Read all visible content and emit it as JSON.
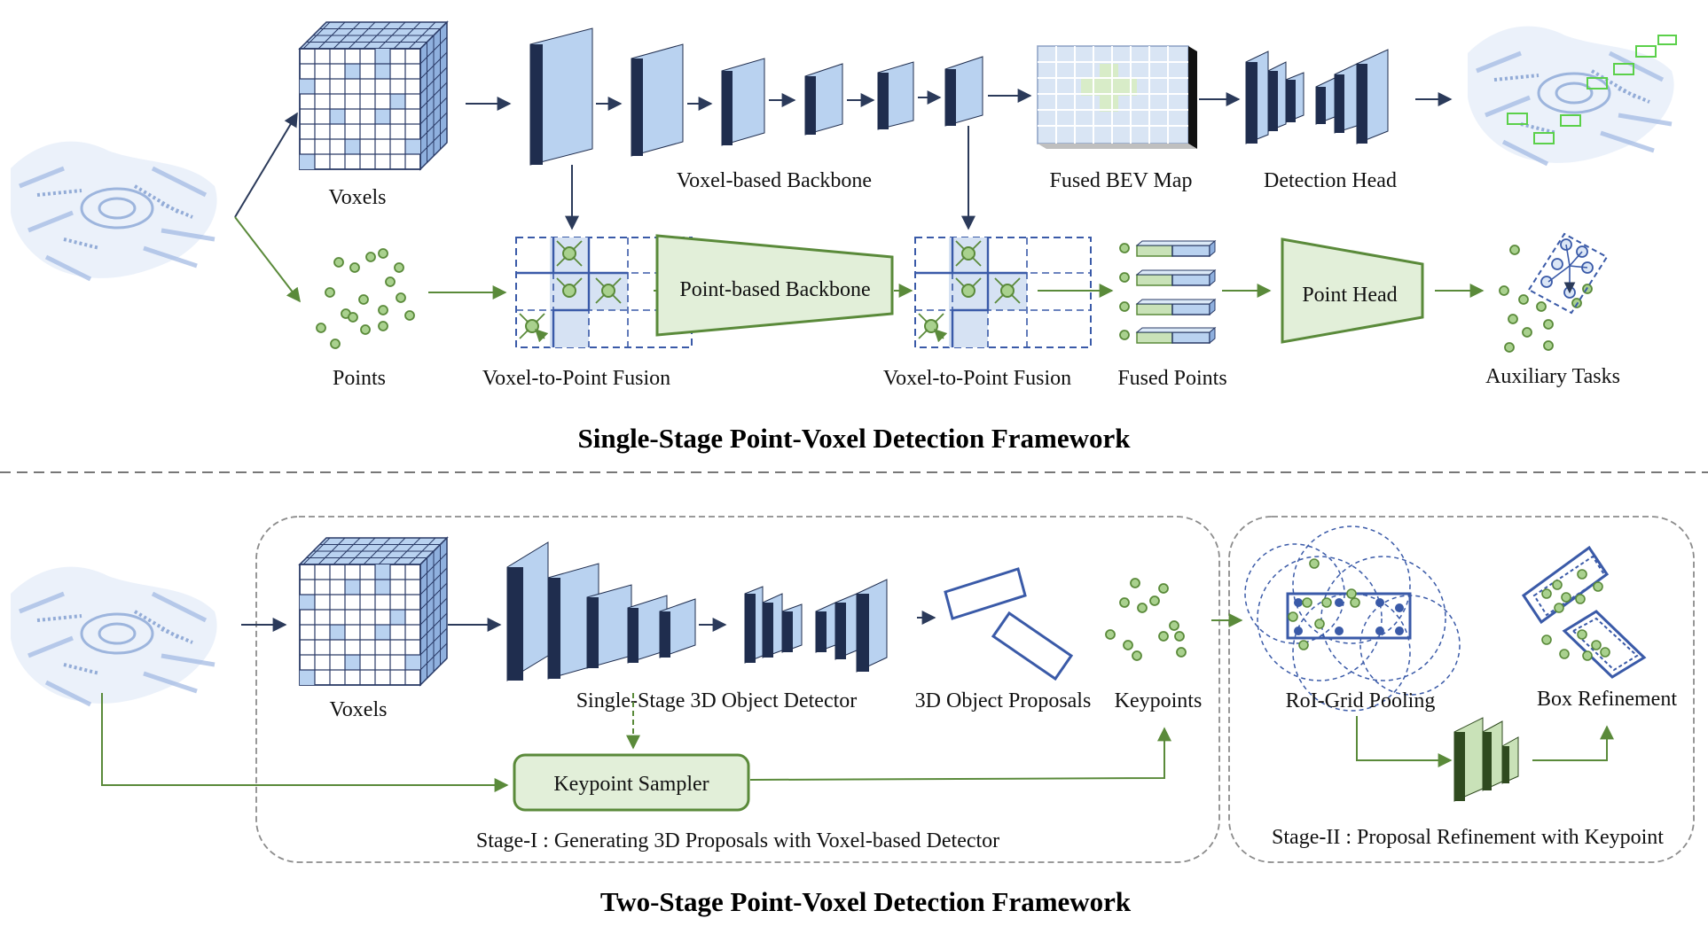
{
  "colors": {
    "voxel_blue": "#b9d2f0",
    "dark_navy": "#1f2d4e",
    "grid_line": "#2a3a66",
    "point_green": "#a9d18e",
    "point_green_edge": "#5a8a3a",
    "trap_green": "#e2efd9",
    "arrow_dark": "#2b3a5a",
    "arrow_green": "#5a8a3a",
    "proposal_blue": "#3a5aa8"
  },
  "top": {
    "title": "Single-Stage Point-Voxel Detection Framework",
    "voxels": "Voxels",
    "voxel_backbone": "Voxel-based Backbone",
    "fused_bev": "Fused BEV Map",
    "detection_head": "Detection Head",
    "points": "Points",
    "v2p_fusion_1": "Voxel-to-Point Fusion",
    "point_backbone": "Point-based Backbone",
    "v2p_fusion_2": "Voxel-to-Point Fusion",
    "fused_points": "Fused Points",
    "point_head": "Point Head",
    "aux_tasks": "Auxiliary Tasks"
  },
  "bottom": {
    "title": "Two-Stage Point-Voxel Detection Framework",
    "voxels": "Voxels",
    "ss_detector": "Single-Stage 3D Object Detector",
    "proposals": "3D Object Proposals",
    "keypoints": "Keypoints",
    "keypoint_sampler": "Keypoint Sampler",
    "stage1": "Stage-I : Generating 3D Proposals with Voxel-based Detector",
    "roi_pooling": "RoI-Grid Pooling",
    "box_refinement": "Box Refinement",
    "stage2": "Stage-II : Proposal Refinement with Keypoint"
  }
}
